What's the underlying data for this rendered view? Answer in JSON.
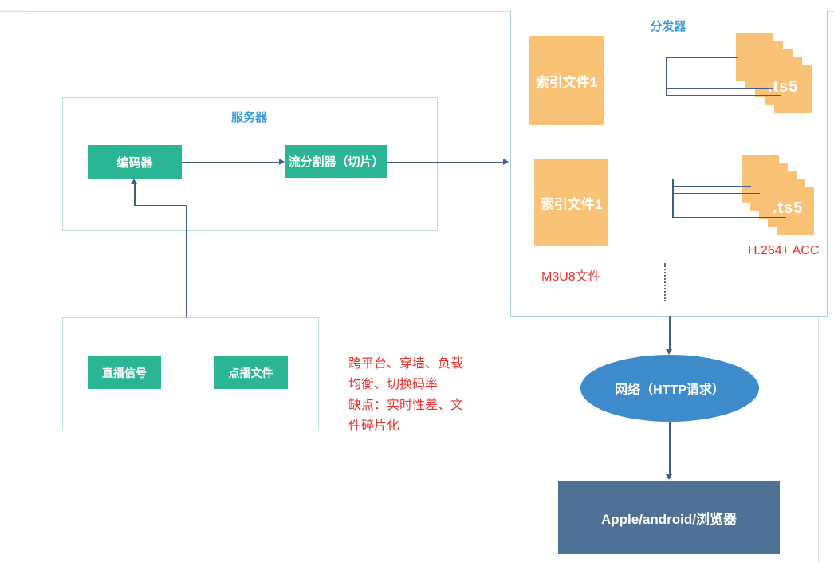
{
  "diagram": {
    "server_group": {
      "title": "服务器",
      "encoder_label": "编码器",
      "splitter_label": "流分割器（切片）"
    },
    "source_group": {
      "live_label": "直播信号",
      "vod_label": "点播文件"
    },
    "notes": {
      "lines": [
        "跨平台、穿墙、负载",
        "均衡、切换码率",
        "缺点：实时性差、文",
        "件碎片化"
      ]
    },
    "distributor_group": {
      "title": "分发器",
      "index_file_1": "索引文件1",
      "index_file_2": "索引文件1",
      "ts_stack_1_label": ".ts5",
      "ts_stack_2_label": ".ts5",
      "m3u8_label": "M3U8文件",
      "codec_label": "H.264+ ACC"
    },
    "network_node": {
      "label": "网络（HTTP请求）"
    },
    "client_node": {
      "label": "Apple/android/浏览器"
    },
    "colors": {
      "node_green": "#2ab594",
      "file_orange": "#fac276",
      "network_blue": "#3d8bcb",
      "client_slate": "#4e7195",
      "title_blue": "#3a9ddb",
      "connector_navy": "#3e5f8e",
      "note_red": "#e8312d"
    }
  }
}
